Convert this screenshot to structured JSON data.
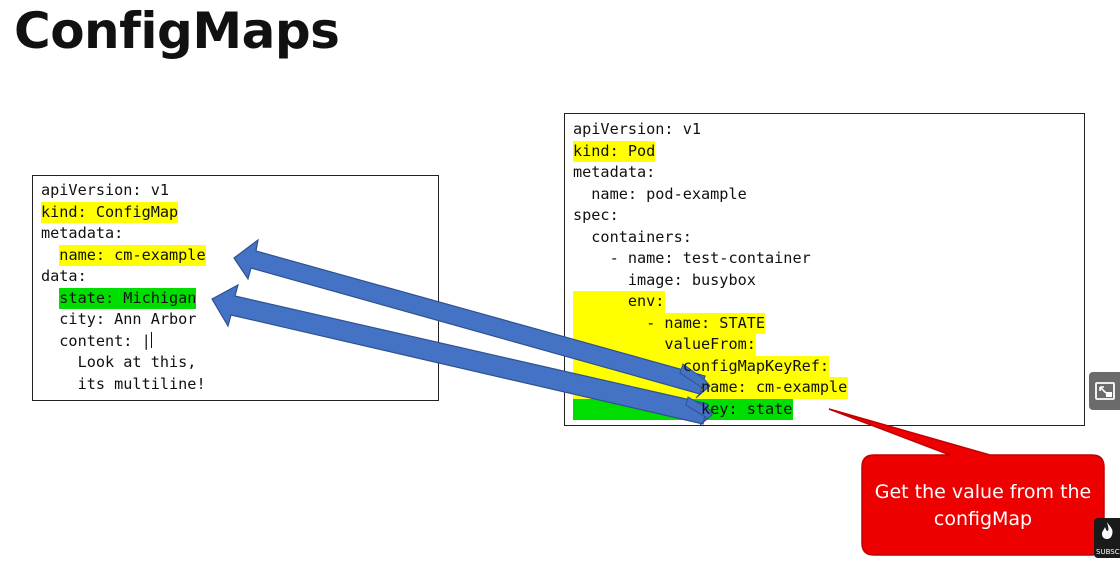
{
  "title": "ConfigMaps",
  "configmap_yaml": [
    {
      "text": "apiVersion: v1",
      "hl": ""
    },
    {
      "text": "kind: ConfigMap",
      "hl": "y"
    },
    {
      "text": "metadata:",
      "hl": ""
    },
    {
      "text": "  name: cm-example",
      "hl": "y"
    },
    {
      "text": "data:",
      "hl": ""
    },
    {
      "text": "  state: Michigan",
      "hl": "g"
    },
    {
      "text": "  city: Ann Arbor",
      "hl": ""
    },
    {
      "text": "  content: |",
      "hl": ""
    },
    {
      "text": "    Look at this,",
      "hl": ""
    },
    {
      "text": "    its multiline!",
      "hl": ""
    }
  ],
  "pod_yaml": [
    {
      "text": "apiVersion: v1",
      "hl": ""
    },
    {
      "text": "kind: Pod",
      "hl": "y"
    },
    {
      "text": "metadata:",
      "hl": ""
    },
    {
      "text": "  name: pod-example",
      "hl": ""
    },
    {
      "text": "spec:",
      "hl": ""
    },
    {
      "text": "  containers:",
      "hl": ""
    },
    {
      "text": "    - name: test-container",
      "hl": ""
    },
    {
      "text": "      image: busybox",
      "hl": ""
    },
    {
      "text": "      env:",
      "hl": "y"
    },
    {
      "text": "        - name: STATE",
      "hl": "y"
    },
    {
      "text": "          valueFrom:",
      "hl": "y"
    },
    {
      "text": "            configMapKeyRef:",
      "hl": "y"
    },
    {
      "text": "              name: cm-example",
      "hl": "y"
    },
    {
      "text": "              key: state",
      "hl": "g"
    }
  ],
  "callout": {
    "text": "Get the value from the configMap",
    "color": "#ee0000"
  },
  "colors": {
    "highlight_yellow": "#ffff00",
    "highlight_green": "#00dd00",
    "arrow_fill": "#4472c4",
    "arrow_stroke": "#2f528f"
  },
  "corner_logo": {
    "label": "SUBSCR"
  },
  "icons": {
    "side_button": "picture-in-picture-icon"
  }
}
